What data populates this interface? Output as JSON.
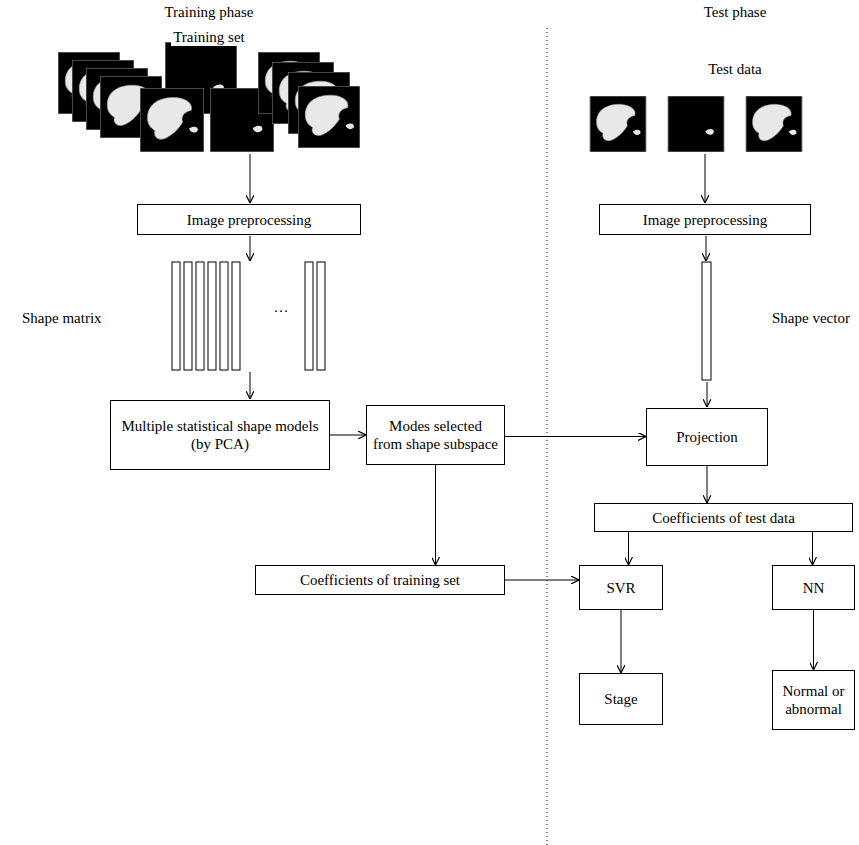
{
  "diagram": {
    "nodes": [
      {
        "text": [
          "Image preprocessing"
        ]
      },
      {
        "text": [
          "Image preprocessing"
        ]
      },
      {
        "text": [
          "Multiple statistical shape models (by PCA)"
        ]
      },
      {
        "text": [
          "Modes selected from shape subspace"
        ]
      },
      {
        "text": [
          "Projection"
        ]
      },
      {
        "text": [
          "Coefficients of test data"
        ]
      },
      {
        "text": [
          "Coefficients of training set"
        ]
      },
      {
        "text": [
          "SVR"
        ]
      },
      {
        "text": [
          "NN"
        ]
      },
      {
        "text": [
          "Stage"
        ]
      },
      {
        "text": [
          "Normal or abnormal"
        ]
      }
    ],
    "edges": [
      {
        "from": 2,
        "to": 3,
        "arrow": "to"
      },
      {
        "from": 3,
        "to": 4,
        "arrow": "to"
      },
      {
        "from": 3,
        "to": 6,
        "arrow": "to"
      },
      {
        "from": 6,
        "to": 7,
        "arrow": "to"
      },
      {
        "from": 4,
        "to": 5,
        "arrow": "to"
      },
      {
        "from": 5,
        "to": 7,
        "arrow": "to"
      },
      {
        "from": 5,
        "to": 8,
        "arrow": "to"
      },
      {
        "from": 7,
        "to": 9,
        "arrow": "to"
      },
      {
        "from": 8,
        "to": 10,
        "arrow": "to"
      }
    ],
    "labels": [
      "Training phase",
      "Training set",
      "Test phase",
      "Test data",
      "Shape matrix",
      "···",
      "Shape vector"
    ]
  }
}
